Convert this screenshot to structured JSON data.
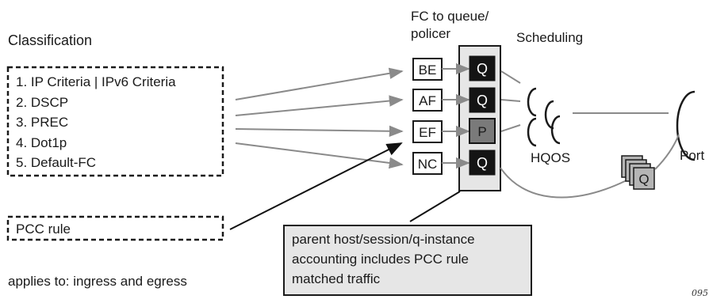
{
  "headings": {
    "classification": "Classification",
    "fc_to_queue_line1": "FC to queue/",
    "fc_to_queue_line2": "policer",
    "scheduling": "Scheduling"
  },
  "criteria": [
    "1. IP Criteria | IPv6 Criteria",
    "2. DSCP",
    "3. PREC",
    "4. Dot1p",
    "5. Default-FC"
  ],
  "pcc_rule": "PCC rule",
  "applies_to": "applies to: ingress and egress",
  "forwarding_classes": [
    {
      "label": "BE",
      "target": "Q"
    },
    {
      "label": "AF",
      "target": "Q"
    },
    {
      "label": "EF",
      "target": "P"
    },
    {
      "label": "NC",
      "target": "Q"
    }
  ],
  "hqos_label": "HQOS",
  "port_label": "Port",
  "stacked_queue_label": "Q",
  "note": {
    "line1": "parent host/session/q-instance",
    "line2": "accounting includes PCC rule",
    "line3": "matched traffic"
  },
  "figure_id": "095"
}
